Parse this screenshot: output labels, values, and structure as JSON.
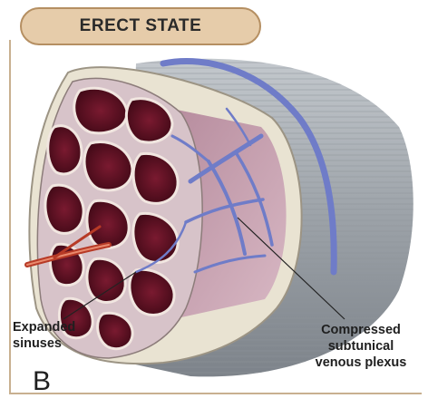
{
  "title": "ERECT STATE",
  "panel_letter": "B",
  "labels": {
    "expanded_sinuses": "Expanded\nsinuses",
    "compressed_plexus": "Compressed\nsubtunical\nvenous plexus"
  },
  "colors": {
    "pill_fill": "#e6ccaa",
    "pill_border": "#b58f62",
    "sinus_dark": "#5a0f22",
    "tissue": "#c8a4b4",
    "vein": "#7a86d0",
    "tunica": "#a8adb3",
    "artery": "#c4462e",
    "frame": "#c8b090"
  }
}
